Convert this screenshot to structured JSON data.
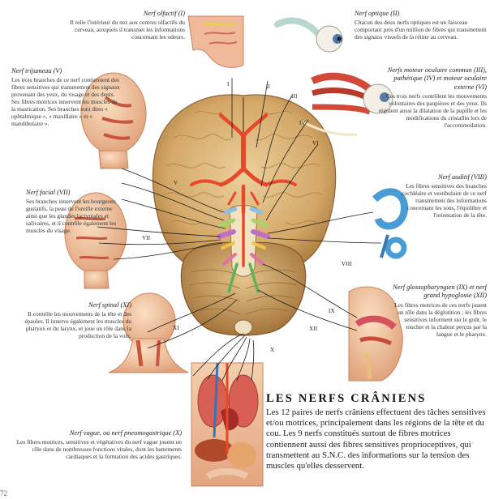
{
  "title": "LES NERFS CRÂNIENS",
  "intro": "Les 12 paires de nerfs crâniens effectuent des tâches sensitives et/ou motrices, principalement dans les régions de la tête et du cou. Les 9 nerfs constitués surtout de fibres motrices contiennent aussi des fibres sensitives proprioceptives, qui transmettent au S.N.C. des informations sur la tension des muscles qu'elles desservent.",
  "page_number": "72",
  "nerve_numbers": [
    "I",
    "II",
    "III",
    "IV",
    "V",
    "VI",
    "VII",
    "VIII",
    "IX",
    "X",
    "XI",
    "XII"
  ],
  "nerves": {
    "olfactif": {
      "title": "Nerf olfactif (I)",
      "text": "Il relie l'intérieur du nez aux centres olfactifs du cerveau, auxquels il transmet les informations concernant les odeurs."
    },
    "optique": {
      "title": "Nerf optique (II)",
      "text": "Chacun des deux nerfs optiques est un faisceau comportant près d'un million de fibres qui transmettent des signaux visuels de la rétine au cerveau."
    },
    "oculomoteurs": {
      "title": "Nerfs moteur oculaire commun (III), pathétique (IV) et moteur oculaire externe (VI)",
      "text": "Ces trois nerfs contrôlent les mouvements volontaires des paupières et des yeux. Ils régulent aussi la dilatation de la pupille et les modifications du cristallin lors de l'accommodation."
    },
    "trijumeau": {
      "title": "Nerf trijumeau (V)",
      "text": "Les trois branches de ce nerf contiennent des fibres sensitives qui transmettent des signaux provenant des yeux, du visage et des dents. Ses fibres motrices innervent les muscles de la mastication. Ses branches sont dites « ophtalmique », « maxillaire » et « mandibulaire »."
    },
    "facial": {
      "title": "Nerf facial (VII)",
      "text": "Ses branches innervent les bourgeons gustatifs, la peau de l'oreille externe ainsi que les glandes lacrymales et salivaires, et il contrôle également les muscles du visage."
    },
    "auditif": {
      "title": "Nerf auditif (VIII)",
      "text": "Les fibres sensitives des branches cochléaire et vestibulaire de ce nerf transmettent des informations concernant les sons, l'équilibre et l'orientation de la tête."
    },
    "spinal": {
      "title": "Nerf spinal (XI)",
      "text": "Il contrôle les mouvements de la tête et des épaules. Il innerve également les muscles du pharynx et du larynx, et joue un rôle dans la production de la voix."
    },
    "glosso": {
      "title": "Nerf glossopharyngien (IX) et nerf grand hypoglosse (XII)",
      "text": "Les fibres motrices de ces nerfs jouent un rôle dans la déglutition ; les fibres sensitives informent sur le goût, le toucher et la chaleur perçus par la langue et le pharynx."
    },
    "vague": {
      "title": "Nerf vague, ou nerf pneumogastrique (X)",
      "text": "Les fibres motrices, sensitives et végétatives du nerf vague jouent un rôle dans de nombreuses fonctions vitales, dont les battements cardiaques et la formation des acides gastriques."
    }
  },
  "colors": {
    "brain": "#d9b47a",
    "brain_dark": "#a9793f",
    "artery": "#e8482a",
    "skin": "#f2c9a4",
    "muscle": "#c8553d",
    "nerve": "#f3ecd0",
    "ear": "#4b9bd6",
    "text": "#333333"
  }
}
